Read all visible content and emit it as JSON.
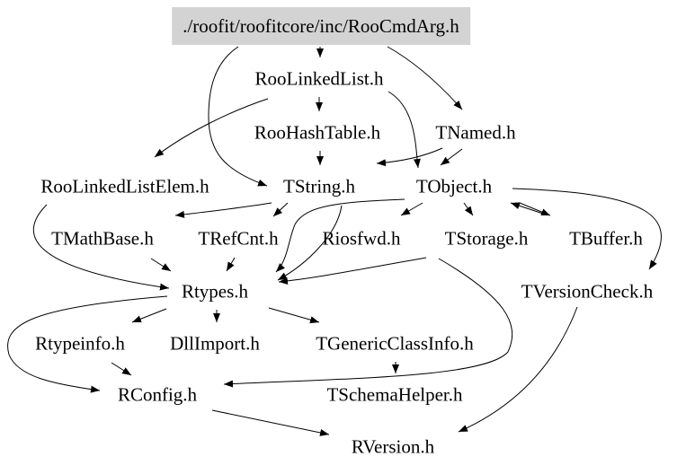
{
  "graph": {
    "root": "./roofit/roofitcore/inc/RooCmdArg.h",
    "nodes": {
      "roocmdarg": "./roofit/roofitcore/inc/RooCmdArg.h",
      "roolinkedlist": "RooLinkedList.h",
      "roohashtable": "RooHashTable.h",
      "tnamed": "TNamed.h",
      "roolinkedlistelem": "RooLinkedListElem.h",
      "tstring": "TString.h",
      "tobject": "TObject.h",
      "tmathbase": "TMathBase.h",
      "trefcnt": "TRefCnt.h",
      "riosfwd": "Riosfwd.h",
      "tstorage": "TStorage.h",
      "tbuffer": "TBuffer.h",
      "rtypes": "Rtypes.h",
      "tversioncheck": "TVersionCheck.h",
      "rtypeinfo": "Rtypeinfo.h",
      "dllimport": "DllImport.h",
      "tgenericclassinfo": "TGenericClassInfo.h",
      "rconfig": "RConfig.h",
      "tschemahelper": "TSchemaHelper.h",
      "rversion": "RVersion.h"
    },
    "edges": [
      [
        "roocmdarg",
        "roolinkedlist"
      ],
      [
        "roocmdarg",
        "tnamed"
      ],
      [
        "roocmdarg",
        "tstring"
      ],
      [
        "roolinkedlist",
        "roohashtable"
      ],
      [
        "roolinkedlist",
        "roolinkedlistelem"
      ],
      [
        "roolinkedlist",
        "tobject"
      ],
      [
        "roohashtable",
        "tstring"
      ],
      [
        "tnamed",
        "tstring"
      ],
      [
        "tnamed",
        "tobject"
      ],
      [
        "roolinkedlistelem",
        "rtypes"
      ],
      [
        "tstring",
        "tmathbase"
      ],
      [
        "tstring",
        "trefcnt"
      ],
      [
        "tstring",
        "rtypes"
      ],
      [
        "tobject",
        "riosfwd"
      ],
      [
        "tobject",
        "tstorage"
      ],
      [
        "tobject",
        "tbuffer"
      ],
      [
        "tobject",
        "rtypes"
      ],
      [
        "tobject",
        "tversioncheck"
      ],
      [
        "tbuffer",
        "tobject"
      ],
      [
        "tmathbase",
        "rtypes"
      ],
      [
        "trefcnt",
        "rtypes"
      ],
      [
        "tstorage",
        "rtypes"
      ],
      [
        "tstorage",
        "rconfig"
      ],
      [
        "rtypes",
        "rtypeinfo"
      ],
      [
        "rtypes",
        "dllimport"
      ],
      [
        "rtypes",
        "tgenericclassinfo"
      ],
      [
        "rtypes",
        "rconfig"
      ],
      [
        "rtypeinfo",
        "rconfig"
      ],
      [
        "tgenericclassinfo",
        "tschemahelper"
      ],
      [
        "tversioncheck",
        "rversion"
      ],
      [
        "rconfig",
        "rversion"
      ]
    ]
  },
  "colors": {
    "root_fill": "#d3d3d3",
    "edge": "#000000",
    "text": "#000000",
    "background": "#ffffff"
  }
}
